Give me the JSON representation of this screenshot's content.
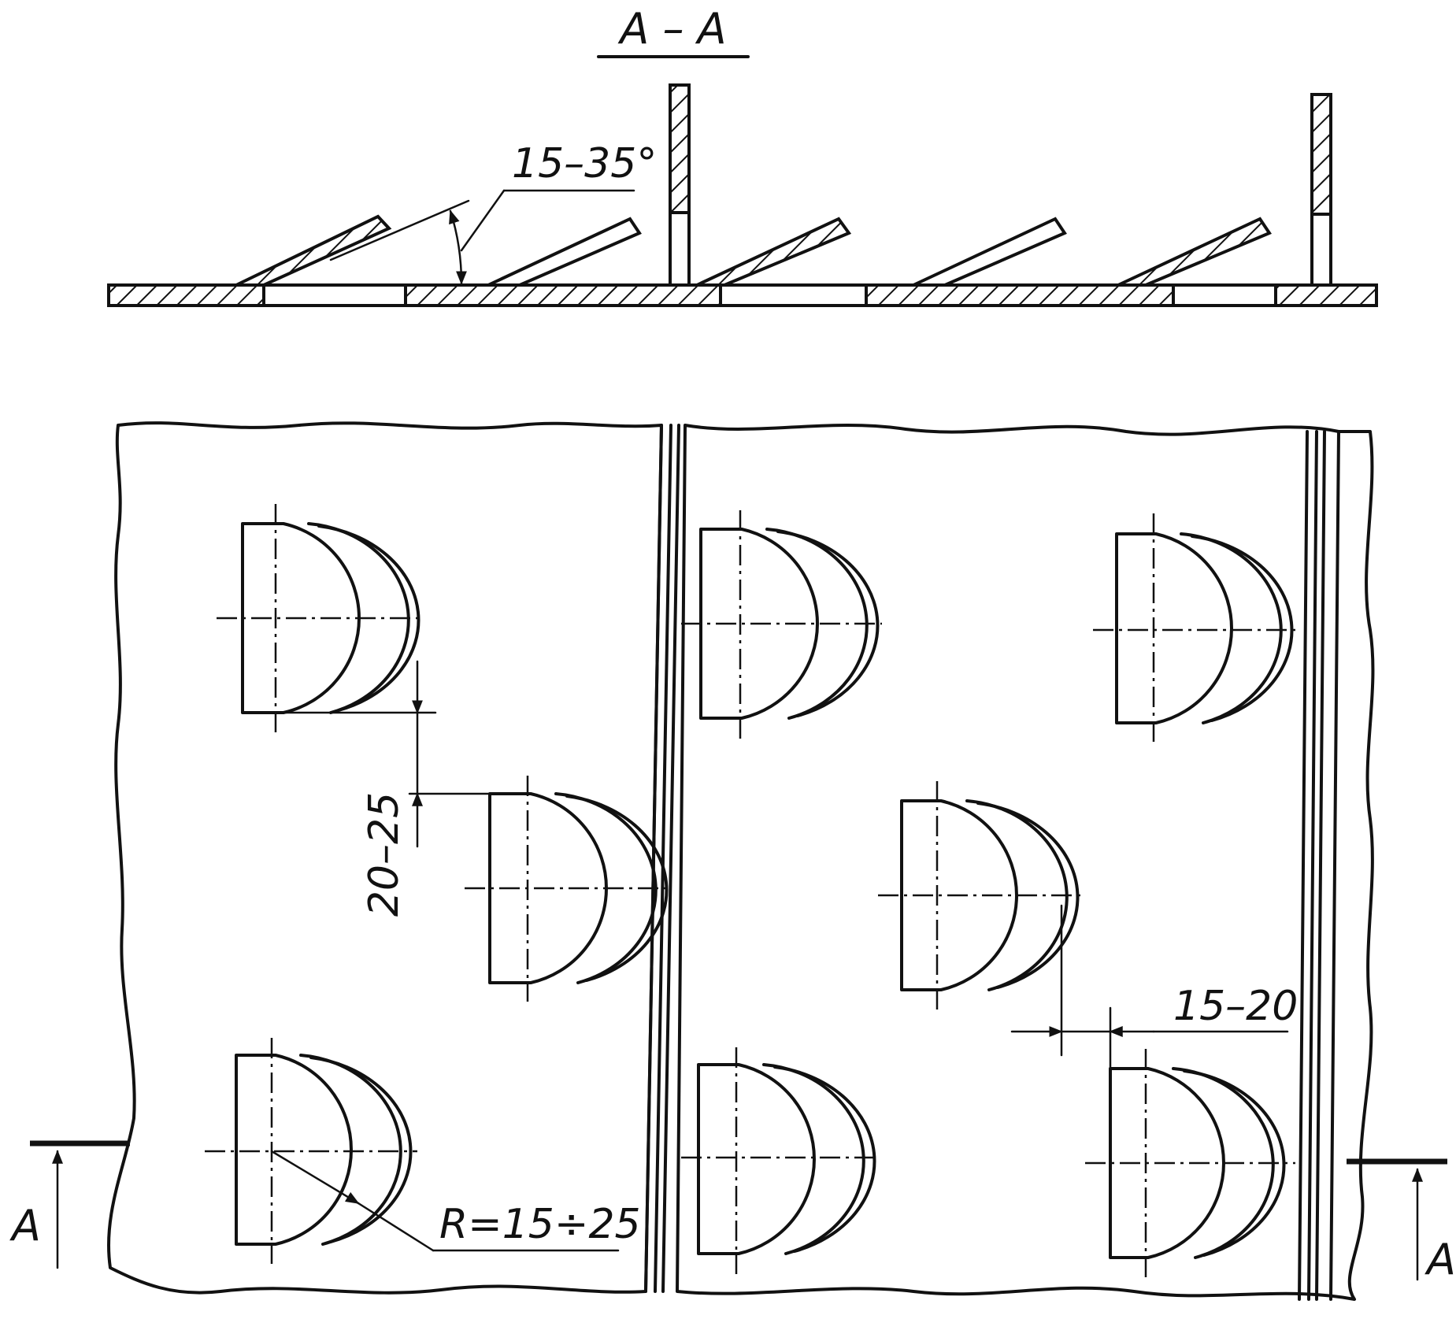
{
  "section_title": "A – A",
  "labels": {
    "angle": "15–35°",
    "vertical_gap": "20–25",
    "horizontal_gap": "15–20",
    "radius": "R=15÷25",
    "section_mark_left": "A",
    "section_mark_right": "A"
  }
}
